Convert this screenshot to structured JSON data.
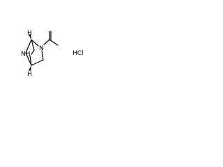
{
  "molecule": {
    "atom_labels": {
      "amide_nitrogen": "N",
      "amine_nitrogen": "NH",
      "stereo_h_top": "H",
      "stereo_h_bottom": "H"
    },
    "salt": "HCl"
  }
}
